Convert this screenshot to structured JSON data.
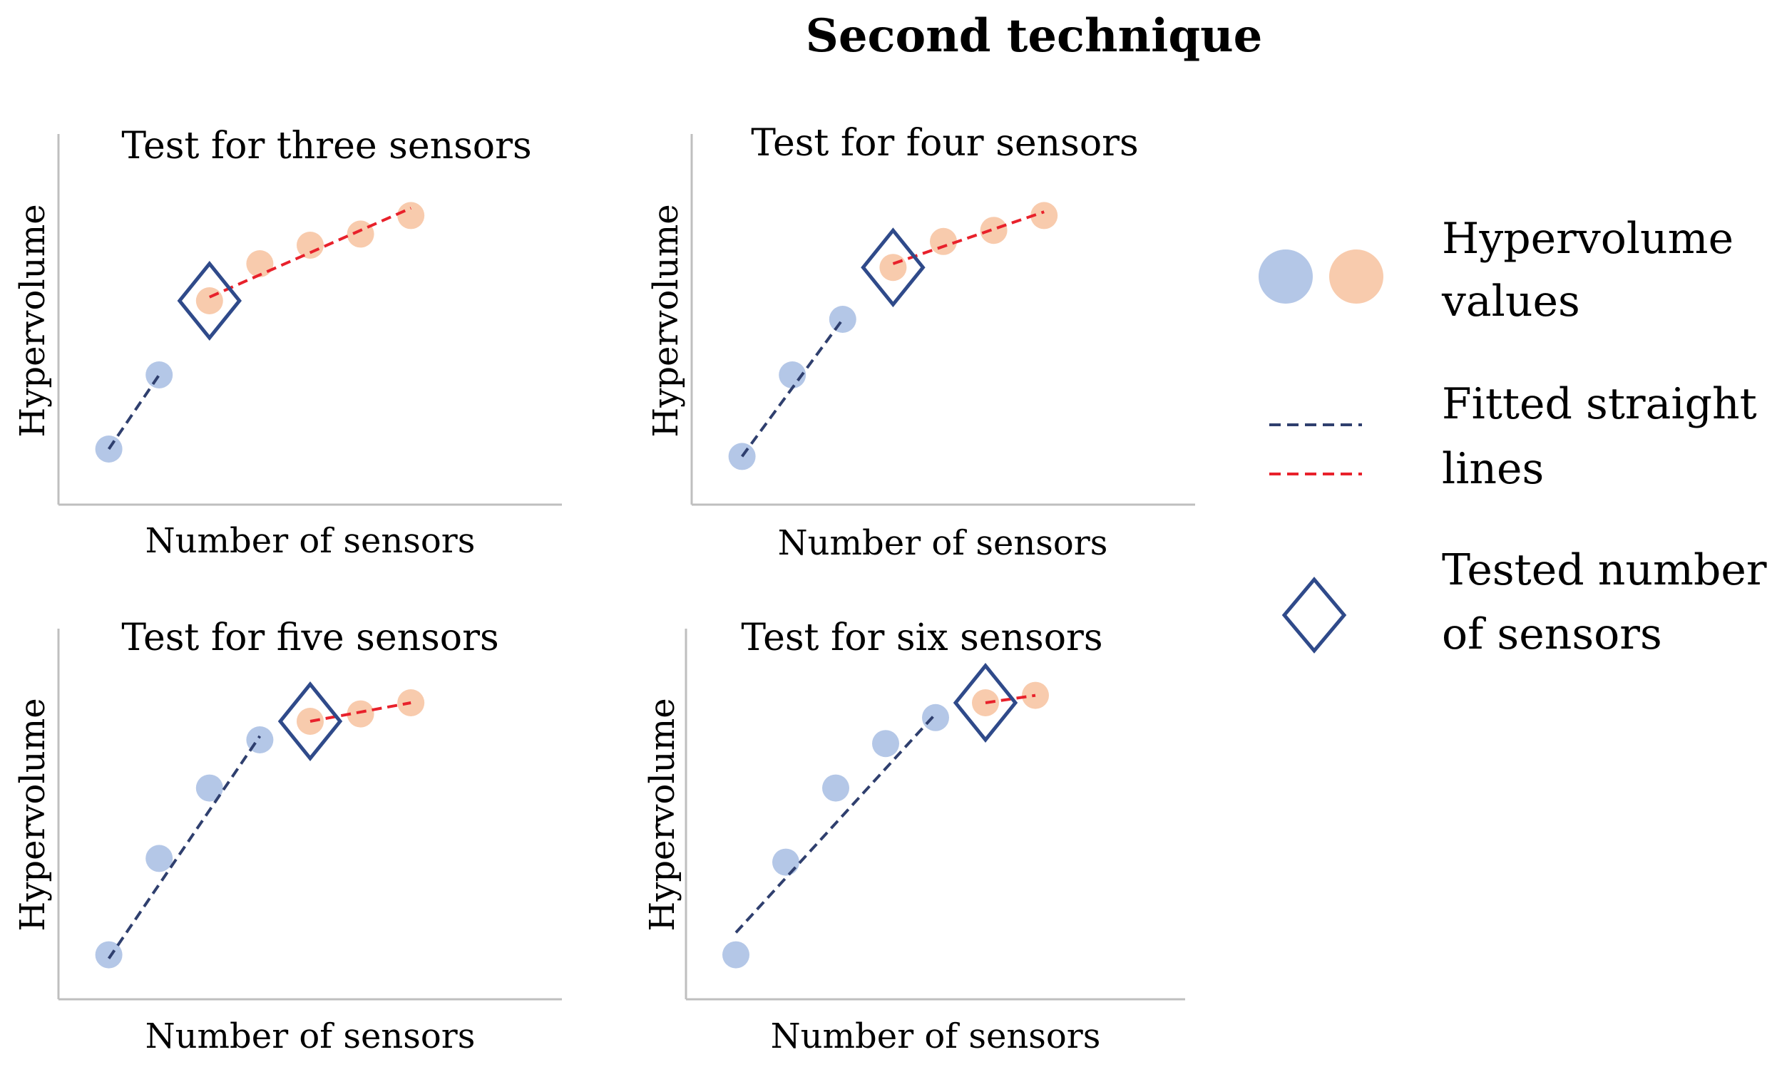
{
  "title": "Second technique",
  "colors": {
    "blue_point": "#b4c7e7",
    "orange_point": "#f8cbad",
    "blue_line": "#2f3f6e",
    "red_line": "#e8212b",
    "diamond": "#2f4a8a",
    "axis": "#bfbfbf"
  },
  "legend": {
    "points_line1": "Hypervolume",
    "points_line2": "values",
    "lines_line1": "Fitted straight",
    "lines_line2": "lines",
    "diamond_line1": "Tested number",
    "diamond_line2": "of sensors"
  },
  "chart_data": [
    {
      "type": "scatter",
      "title": "Test for three sensors",
      "xlabel": "Number of sensors",
      "ylabel": "Hypervolume",
      "x": [
        1,
        2,
        3,
        4,
        5,
        6,
        7
      ],
      "y": [
        0.15,
        0.35,
        0.55,
        0.65,
        0.7,
        0.73,
        0.78
      ],
      "tested_x": 3,
      "series": [
        {
          "name": "blue",
          "x": [
            1,
            2
          ],
          "y": [
            0.15,
            0.35
          ]
        },
        {
          "name": "orange",
          "x": [
            3,
            4,
            5,
            6,
            7
          ],
          "y": [
            0.55,
            0.65,
            0.7,
            0.73,
            0.78
          ]
        }
      ],
      "fit_blue": {
        "x": [
          1,
          2
        ],
        "y": [
          0.15,
          0.35
        ]
      },
      "fit_red": {
        "x": [
          3,
          7
        ],
        "y": [
          0.56,
          0.8
        ]
      },
      "xlim": [
        0,
        10
      ],
      "ylim": [
        0,
        1
      ],
      "grid": false
    },
    {
      "type": "scatter",
      "title": "Test for four sensors",
      "xlabel": "Number of sensors",
      "ylabel": "Hypervolume",
      "x": [
        1,
        2,
        3,
        4,
        5,
        6,
        7
      ],
      "y": [
        0.13,
        0.35,
        0.5,
        0.64,
        0.71,
        0.74,
        0.78
      ],
      "tested_x": 4,
      "series": [
        {
          "name": "blue",
          "x": [
            1,
            2,
            3
          ],
          "y": [
            0.13,
            0.35,
            0.5
          ]
        },
        {
          "name": "orange",
          "x": [
            4,
            5,
            6,
            7
          ],
          "y": [
            0.64,
            0.71,
            0.74,
            0.78
          ]
        }
      ],
      "fit_blue": {
        "x": [
          1,
          3
        ],
        "y": [
          0.13,
          0.5
        ]
      },
      "fit_red": {
        "x": [
          4,
          7
        ],
        "y": [
          0.65,
          0.79
        ]
      },
      "xlim": [
        0,
        10
      ],
      "ylim": [
        0,
        1
      ],
      "grid": false
    },
    {
      "type": "scatter",
      "title": "Test for five sensors",
      "xlabel": "Number of sensors",
      "ylabel": "Hypervolume",
      "x": [
        1,
        2,
        3,
        4,
        5,
        6,
        7
      ],
      "y": [
        0.12,
        0.38,
        0.57,
        0.7,
        0.75,
        0.77,
        0.8
      ],
      "tested_x": 5,
      "series": [
        {
          "name": "blue",
          "x": [
            1,
            2,
            3,
            4
          ],
          "y": [
            0.12,
            0.38,
            0.57,
            0.7
          ]
        },
        {
          "name": "orange",
          "x": [
            5,
            6,
            7
          ],
          "y": [
            0.75,
            0.77,
            0.8
          ]
        }
      ],
      "fit_blue": {
        "x": [
          1,
          4
        ],
        "y": [
          0.11,
          0.71
        ]
      },
      "fit_red": {
        "x": [
          5,
          7
        ],
        "y": [
          0.75,
          0.8
        ]
      },
      "xlim": [
        0,
        10
      ],
      "ylim": [
        0,
        1
      ],
      "grid": false
    },
    {
      "type": "scatter",
      "title": "Test for six sensors",
      "xlabel": "Number of sensors",
      "ylabel": "Hypervolume",
      "x": [
        1,
        2,
        3,
        4,
        5,
        6,
        7
      ],
      "y": [
        0.12,
        0.37,
        0.57,
        0.69,
        0.76,
        0.8,
        0.82
      ],
      "tested_x": 6,
      "series": [
        {
          "name": "blue",
          "x": [
            1,
            2,
            3,
            4,
            5
          ],
          "y": [
            0.12,
            0.37,
            0.57,
            0.69,
            0.76
          ]
        },
        {
          "name": "orange",
          "x": [
            6,
            7
          ],
          "y": [
            0.8,
            0.82
          ]
        }
      ],
      "fit_blue": {
        "x": [
          1,
          5
        ],
        "y": [
          0.18,
          0.77
        ]
      },
      "fit_red": {
        "x": [
          6,
          7
        ],
        "y": [
          0.8,
          0.82
        ]
      },
      "xlim": [
        0,
        10
      ],
      "ylim": [
        0,
        1
      ],
      "grid": false
    }
  ]
}
